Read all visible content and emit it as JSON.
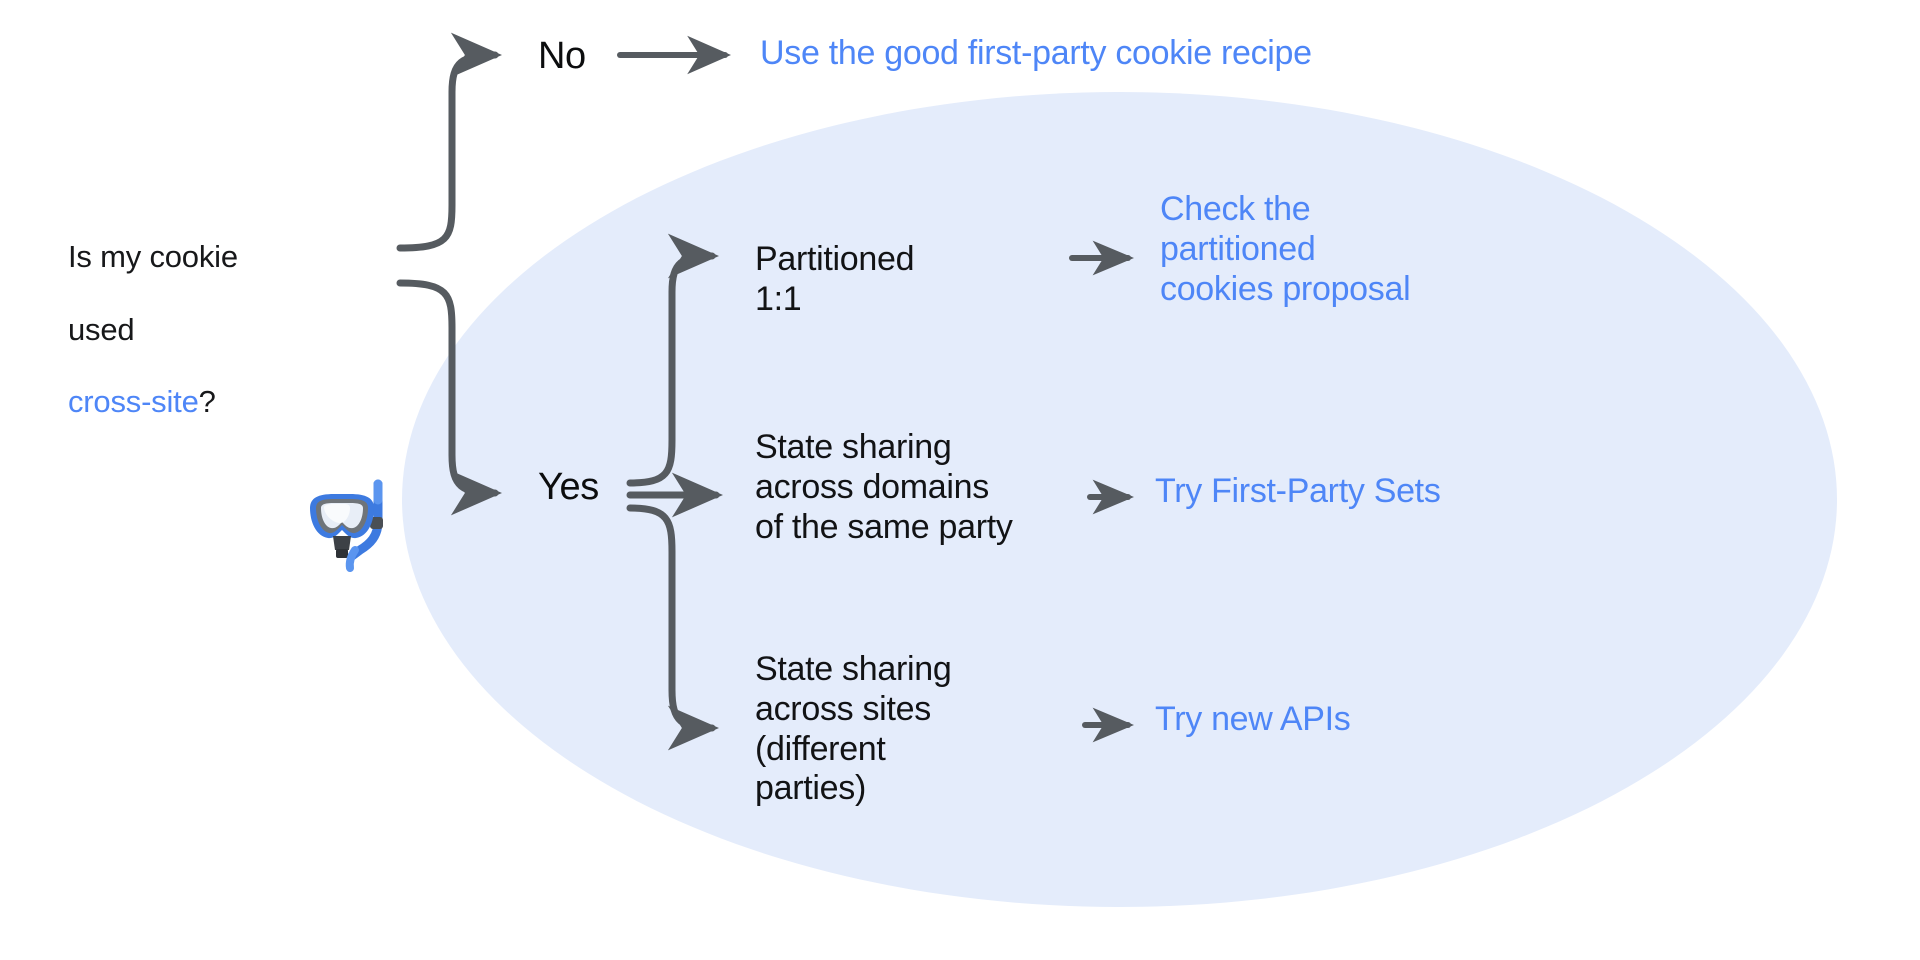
{
  "diagram": {
    "title": "Is my cookie used cross-site? decision flowchart",
    "background_color": "#ffffff",
    "ellipse_color": "#e4ecfb",
    "link_color": "#4e86f7",
    "text_color": "#121315",
    "arrow_color": "#565b60"
  },
  "question": {
    "line1": "Is my cookie",
    "line2": "used ",
    "accent": "cross-site",
    "suffix": "?"
  },
  "branches": {
    "no_label": "No",
    "yes_label": "Yes"
  },
  "outcomes": {
    "no_result": "Use the good first-party cookie recipe",
    "partitioned": "Partitioned\n1:1",
    "partitioned_result": "Check the\npartitioned\ncookies proposal",
    "domains": "State sharing\nacross domains\nof the same party",
    "domains_result": "Try First-Party Sets",
    "sites": "State sharing\nacross sites\n(different\nparties)",
    "sites_result": "Try new APIs"
  },
  "decor": {
    "mask_icon": "diving-mask-icon"
  }
}
